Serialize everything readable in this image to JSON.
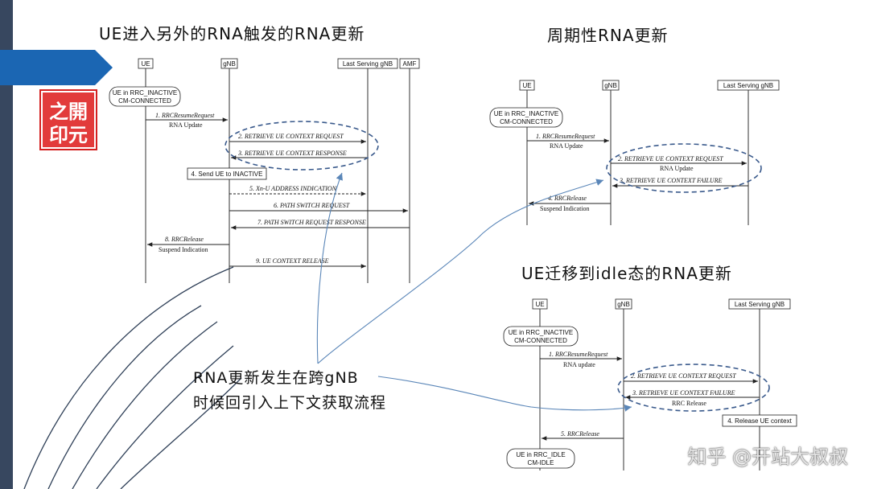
{
  "diagram1": {
    "title": "UE进入另外的RNA触发的RNA更新",
    "entities": [
      "UE",
      "gNB",
      "Last Serving gNB",
      "AMF"
    ],
    "state_line1": "UE in RRC_INACTIVE",
    "state_line2": "CM-CONNECTED",
    "messages": [
      {
        "label": "1. RRCResumeRequest",
        "sub": "RNA Update"
      },
      {
        "label": "2. RETRIEVE UE CONTEXT REQUEST"
      },
      {
        "label": "3. RETRIEVE UE CONTEXT RESPONSE"
      },
      {
        "label": "4. Send UE to INACTIVE"
      },
      {
        "label": "5. Xn-U ADDRESS INDICATION"
      },
      {
        "label": "6. PATH SWITCH REQUEST"
      },
      {
        "label": "7. PATH SWITCH REQUEST RESPONSE"
      },
      {
        "label": "8. RRCRelease",
        "sub": "Suspend Indication"
      },
      {
        "label": "9. UE CONTEXT RELEASE"
      }
    ]
  },
  "diagram2": {
    "title": "周期性RNA更新",
    "entities": [
      "UE",
      "gNB",
      "Last Serving gNB"
    ],
    "state_line1": "UE in RRC_INACTIVE",
    "state_line2": "CM-CONNECTED",
    "messages": [
      {
        "label": "1. RRCResumeRequest",
        "sub": "RNA Update"
      },
      {
        "label": "2. RETRIEVE UE CONTEXT REQUEST",
        "sub": "RNA Update"
      },
      {
        "label": "3. RETRIEVE UE CONTEXT FAILURE"
      },
      {
        "label": "4. RRCRelease",
        "sub": "Suspend Indication"
      }
    ]
  },
  "diagram3": {
    "title": "UE迁移到idle态的RNA更新",
    "entities": [
      "UE",
      "gNB",
      "Last Serving gNB"
    ],
    "state_line1": "UE in RRC_INACTIVE",
    "state_line2": "CM-CONNECTED",
    "messages": [
      {
        "label": "1. RRCResumeRequest",
        "sub": "RNA update"
      },
      {
        "label": "2. RETRIEVE UE CONTEXT REQUEST"
      },
      {
        "label": "3. RETRIEVE UE CONTEXT FAILURE",
        "sub": "RRC Release"
      },
      {
        "label": "4. Release UE context"
      },
      {
        "label": "5. RRCRelease"
      }
    ],
    "end_state_line1": "UE in RRC_IDLE",
    "end_state_line2": "CM-IDLE"
  },
  "annotation": {
    "line1": "RNA更新发生在跨gNB",
    "line2": "时候回引入上下文获取流程"
  },
  "logo": {
    "text": "之開印元",
    "color": "#d42020"
  },
  "watermark": "知乎 @开站大叔叔",
  "colors": {
    "sidebar": "#37475f",
    "tab": "#1b66b3",
    "oval": "#3a5a8c",
    "curve": "#5a86b8"
  }
}
